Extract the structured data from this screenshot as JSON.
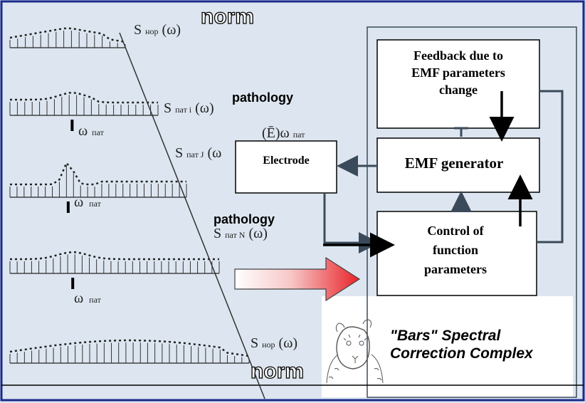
{
  "spectra": [
    {
      "s_main": "S",
      "s_sub": "нор",
      "s_arg": "(ω)",
      "word": "norm",
      "omega_main": "",
      "omega_sub": ""
    },
    {
      "s_main": "S",
      "s_sub": "пат i",
      "s_arg": "(ω)",
      "word": "pathology",
      "omega_main": "ω",
      "omega_sub": "пат"
    },
    {
      "s_main": "S",
      "s_sub": "пат J",
      "s_arg": "(ω",
      "word": "",
      "omega_main": "ω",
      "omega_sub": "пат"
    },
    {
      "s_main": "S",
      "s_sub": "пат N",
      "s_arg": "(ω)",
      "word": "pathology",
      "omega_main": "ω",
      "omega_sub": "пат"
    },
    {
      "s_main": "S",
      "s_sub": "нор",
      "s_arg": "(ω)",
      "word": "norm",
      "omega_main": "",
      "omega_sub": ""
    }
  ],
  "ebar_label": {
    "main": "(Ē)ω",
    "sub": "пат"
  },
  "boxes": {
    "feedback": [
      "Feedback due to",
      "EMF parameters",
      "change"
    ],
    "emf_generator": "EMF generator",
    "electrode": "Electrode",
    "control": [
      "Control of",
      "function",
      "parameters"
    ]
  },
  "caption": [
    "\"Bars\" Spectral",
    "Correction Complex"
  ],
  "colors": {
    "frame": "#1a2b8c",
    "panel": "#dde6f0",
    "arrow_red": "#e8232a",
    "arrow_dark": "#3a4a5a"
  }
}
